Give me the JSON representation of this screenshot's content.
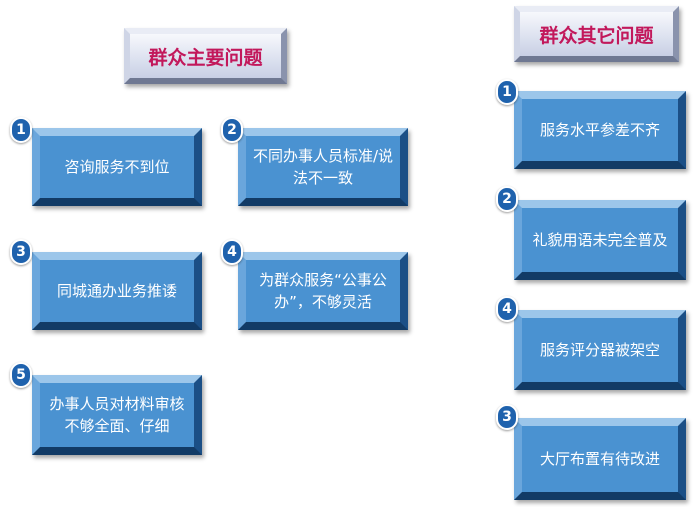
{
  "main_title": "群众主要问题",
  "other_title": "群众其它问题",
  "main_items": [
    {
      "number": "1",
      "text": "咨询服务不到位"
    },
    {
      "number": "2",
      "text": "不同办事人员标准/说法不一致"
    },
    {
      "number": "3",
      "text": "同城通办业务推诿"
    },
    {
      "number": "4",
      "text": "为群众服务“公事公办”，不够灵活"
    },
    {
      "number": "5",
      "text": "办事人员对材料审核不够全面、仔细"
    }
  ],
  "other_items": [
    {
      "number": "1",
      "text": "服务水平参差不齐"
    },
    {
      "number": "2",
      "text": "礼貌用语未完全普及"
    },
    {
      "number": "4",
      "text": "服务评分器被架空"
    },
    {
      "number": "3",
      "text": "大厅布置有待改进"
    }
  ],
  "colors": {
    "title_text": "#c2185b",
    "box_fill": "#4a92d1",
    "badge_fill": "#1f62ad"
  }
}
